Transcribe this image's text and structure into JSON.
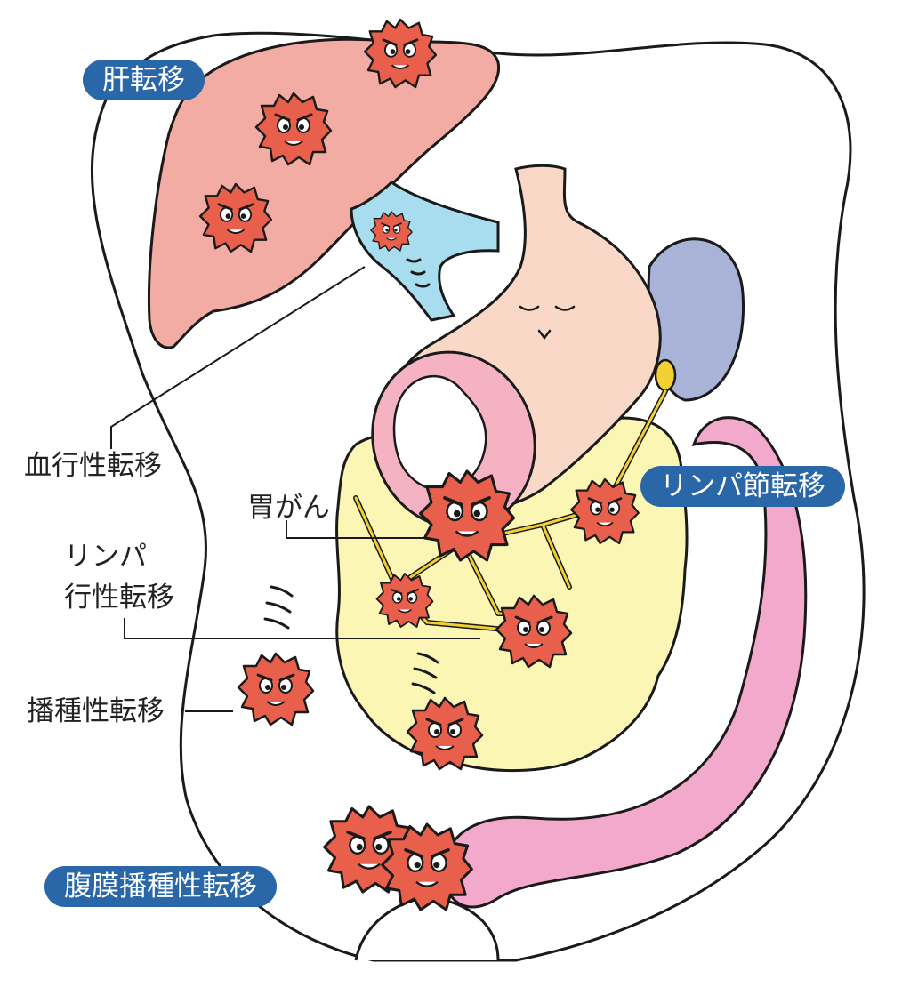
{
  "colors": {
    "pill_blue": "#2a67a8",
    "liver": "#f2aca3",
    "stomach": "#f9d8c8",
    "stomach_opening": "#f4b2c3",
    "omentum": "#fbf6b4",
    "colon": "#f2a9cc",
    "spleen": "#a9b3d8",
    "vessel": "#a8dcef",
    "lymph_vessel": "#f2cf32",
    "cancer_cell": "#e8604c",
    "outline": "#1a1a1a"
  },
  "labels": {
    "liver_metastasis": "肝転移",
    "hematogenous_metastasis": "血行性転移",
    "lymph_node_metastasis": "リンパ節転移",
    "gastric_cancer": "胃がん",
    "lymphatic_metastasis_line1": "リンパ",
    "lymphatic_metastasis_line2": "行性転移",
    "dissemination_metastasis": "播種性転移",
    "peritoneal_dissemination": "腹膜播種性転移"
  },
  "icons": {
    "cancer_cell": "angry-spiky-cell-icon",
    "stomach_face": "sleeping-face-icon"
  }
}
